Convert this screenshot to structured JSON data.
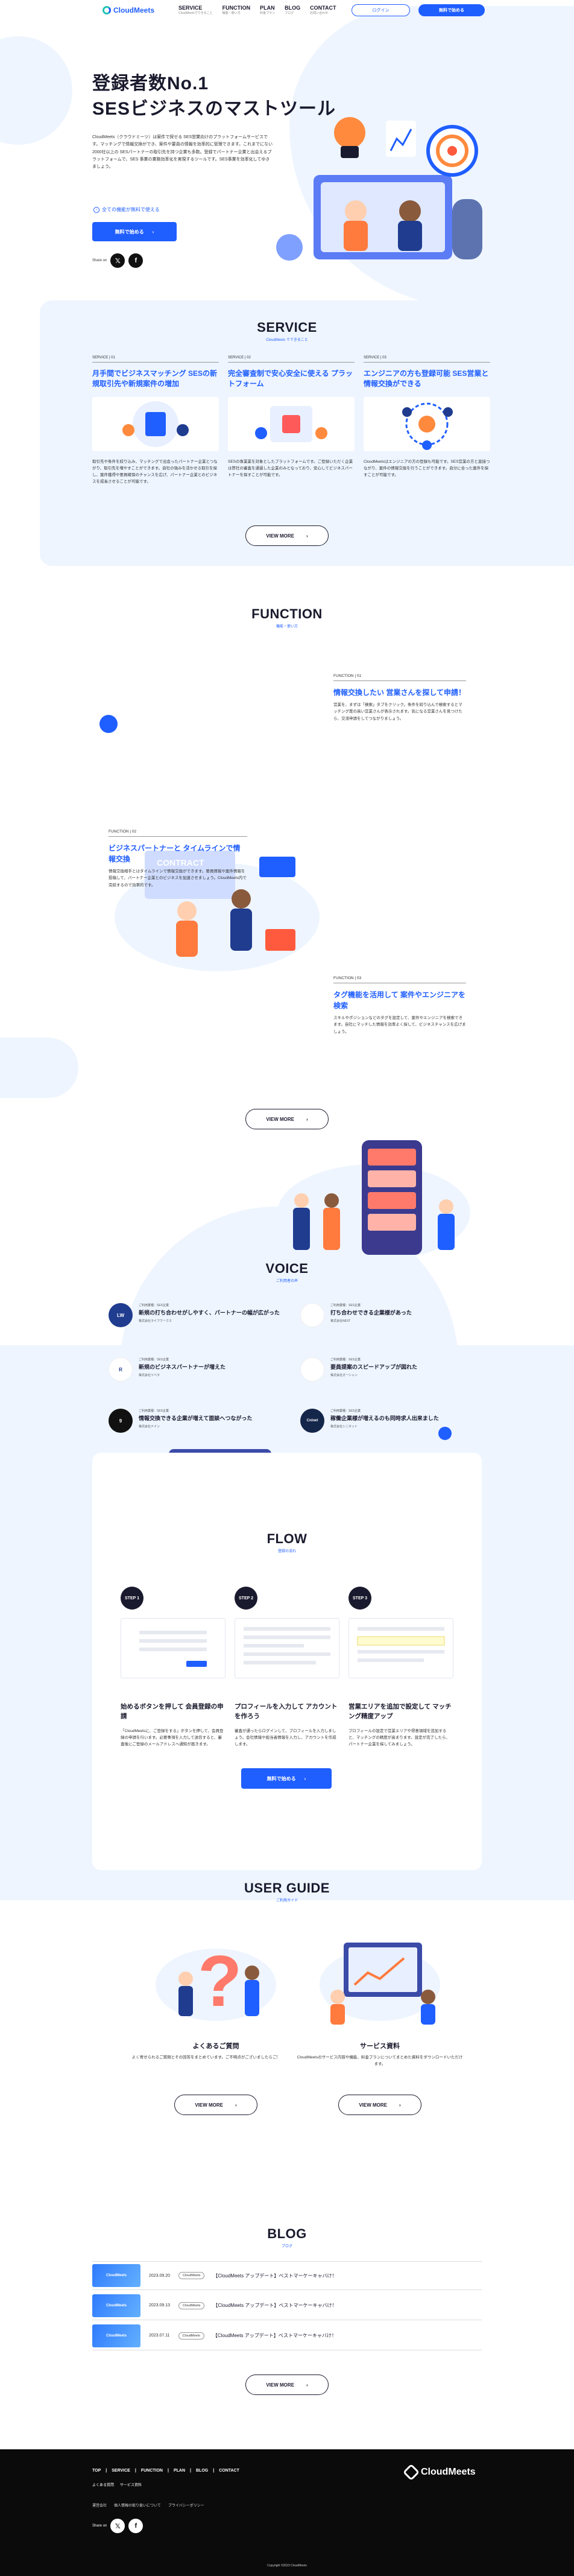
{
  "header": {
    "logo": "CloudMeets",
    "nav": [
      {
        "en": "SERVICE",
        "jp": "CloudMeetsでできること"
      },
      {
        "en": "FUNCTION",
        "jp": "機能・使い方"
      },
      {
        "en": "PLAN",
        "jp": "料金プラン"
      },
      {
        "en": "BLOG",
        "jp": "ブログ"
      },
      {
        "en": "CONTACT",
        "jp": "お問い合わせ"
      }
    ],
    "login_label": "ログイン",
    "signup_label": "無料で始める"
  },
  "hero": {
    "title_line1": "登録者数No.1",
    "title_line2": "SESビジネスのマストツール",
    "body": "CloudMeets（クラウドミーツ）は案件で探せる SES営業向けのプラットフォームサービスです。マッチングで情報交換ができ、案件や要員の情報を効率的に管理できます。これまでにない 2000社以上の SESパートナーの取引先を持つ企業も多数。登録でパートナー企業と出会えるプラットフォームで、SES 事業の業務効率化を実現するツールです。SES事業を効率化してゆきましょう。",
    "link_label": "全ての機能が無料で使える",
    "cta_label": "無料で始める",
    "share_label": "Share on"
  },
  "service": {
    "title": "SERVICE",
    "subtitle": "CloudMeets でできること",
    "items": [
      {
        "num": "SERVICE | 01",
        "title": "月手間でビジネスマッチング SESの新規取引先や新規案件の増加",
        "desc": "取引先や条件を絞り込み、マッチングで出会ったパートナー企業とつながり、取引先を増やすことができます。自社の強みを活かせる取引を探し、案件獲得や要員確保のチャンスを広げ、パートナー企業とのビジネスを成長させることが可能です。"
      },
      {
        "num": "SERVICE | 02",
        "title": "完全審査制で安心安全に使える プラットフォーム",
        "desc": "SESの専業業を対象としたプラットフォームです。ご登録いただく企業は弊社の審査を通過した企業のみとなっており、安心してビジネスパートナーを探すことが可能です。"
      },
      {
        "num": "SERVICE | 03",
        "title": "エンジニアの方も登録可能 SES営業と情報交換ができる",
        "desc": "CloudMeetsはエンジニアの方の登録も可能です。SES営業の方と直接つながり、案件の情報交換を行うことができます。自分に合った案件を探すことが可能です。"
      }
    ],
    "view_more": "VIEW MORE"
  },
  "function": {
    "title": "FUNCTION",
    "subtitle": "機能・使い方",
    "items": [
      {
        "num": "FUNCTION | 01",
        "title": "情報交換したい 営業さんを探して申請！",
        "desc": "営業を、まずは「検索」タブをクリック。条件を絞り込んで検索するとマッチング度の高い営業さんが表示されます。気になる営業さんを見つけたら、交流申請をしてつながりましょう。"
      },
      {
        "num": "FUNCTION | 02",
        "title": "ビジネスパートナーと タイムラインで情報交換",
        "desc": "情報交換相手とはタイムラインで情報交換ができます。要員情報や案件情報を投稿して、パートナー企業とのビジネスを加速させましょう。CloudMeets内で完結するので効率的です。"
      },
      {
        "num": "FUNCTION | 03",
        "title": "タグ機能を活用して 案件やエンジニアを検索",
        "desc": "スキルやポジションなどのタグを設定して、案件やエンジニアを検索できます。自社にマッチした情報を効率よく探して、ビジネスチャンスを広げましょう。"
      }
    ],
    "view_more": "VIEW MORE"
  },
  "voice": {
    "title": "VOICE",
    "subtitle": "ご利用者の声",
    "items": [
      {
        "logo": "LW",
        "logo_color": "#1f3c8f",
        "meta": "ご利用業種：SES企業",
        "title": "新規の打ち合わせがしやすく、パートナーの幅が広がった",
        "company": "株式会社ライフワークス"
      },
      {
        "logo": "",
        "logo_color": "#ffffff",
        "meta": "ご利用業種：SES企業",
        "title": "打ち合わせできる企業様があった",
        "company": "株式会社NEXT"
      },
      {
        "logo": "R",
        "logo_color": "#ffffff",
        "meta": "ご利用業種：SES企業",
        "title": "新規のビジネスパートナーが増えた",
        "company": "株式会社リベラ"
      },
      {
        "logo": "",
        "logo_color": "#ffffff",
        "meta": "ご利用業種：SES企業",
        "title": "要員提案のスピードアップが図れた",
        "company": "株式会社オーシャン"
      },
      {
        "logo": "9",
        "logo_color": "#111111",
        "meta": "ご利用業種：SES企業",
        "title": "情報交換できる企業が増えて面談へつながった",
        "company": "株式会社ナイン"
      },
      {
        "logo": "Cninet",
        "logo_color": "#14264a",
        "meta": "ご利用業種：SES企業",
        "title": "稼働企業様が増えるのも同時求人出来ました",
        "company": "株式会社シニネット"
      }
    ]
  },
  "flow": {
    "title": "FLOW",
    "subtitle": "登録の流れ",
    "steps": [
      {
        "badge": "STEP 1",
        "title": "始めるボタンを押して 会員登録の申請",
        "desc": "「CloudMeetsに、ご登録をする」ボタンを押して、会員登録の申請を行います。必要事項を入力して送信すると、審査後にご登録のメールアドレスへ通知が届きます。"
      },
      {
        "badge": "STEP 2",
        "title": "プロフィールを入力して アカウントを作ろう",
        "desc": "審査が通ったらログインして、プロフィールを入力しましょう。会社情報や担当者情報を入力し、アカウントを作成します。"
      },
      {
        "badge": "STEP 3",
        "title": "営業エリアを追加で設定して マッチング精度アップ",
        "desc": "プロフィールの設定で営業エリアや得意領域を追加すると、マッチングの精度が高まります。設定が完了したら、パートナー企業を探してみましょう。"
      }
    ],
    "cta_label": "無料で始める"
  },
  "guide": {
    "title": "USER GUIDE",
    "subtitle": "ご利用ガイド",
    "items": [
      {
        "title": "よくあるご質問",
        "desc": "よく寄せられるご質問とその回答をまとめています。ご不明点がございましたらご覧ください。"
      },
      {
        "title": "サービス資料",
        "desc": "CloudMeetsのサービス内容や機能、料金プランについてまとめた資料をダウンロードいただけます。"
      }
    ],
    "view_more": "VIEW MORE"
  },
  "blog": {
    "title": "BLOG",
    "subtitle": "ブログ",
    "items": [
      {
        "thumb": "CloudMeets",
        "date": "2023.09.20",
        "tag": "CloudMeets",
        "title": "【CloudMeets アップデート】ベストマーケーキャバけ！"
      },
      {
        "thumb": "CloudMeets",
        "date": "2023.09.13",
        "tag": "CloudMeets",
        "title": "【CloudMeets アップデート】ベストマーケーキャバけ！"
      },
      {
        "thumb": "CloudMeets",
        "date": "2023.07.11",
        "tag": "CloudMeets",
        "title": "【CloudMeets アップデート】ベストマーケーキャバけ！"
      }
    ],
    "view_more": "VIEW MORE"
  },
  "footer": {
    "nav": [
      "TOP",
      "SERVICE",
      "FUNCTION",
      "PLAN",
      "BLOG",
      "CONTACT"
    ],
    "sub1": [
      "よくある質問",
      "サービス資料"
    ],
    "sub2": [
      "運営会社",
      "個人情報の取り扱いについて",
      "プライバシーポリシー"
    ],
    "share_label": "Share on",
    "logo": "CloudMeets",
    "copyright": "Copyright ©2023 CloudMeets"
  }
}
